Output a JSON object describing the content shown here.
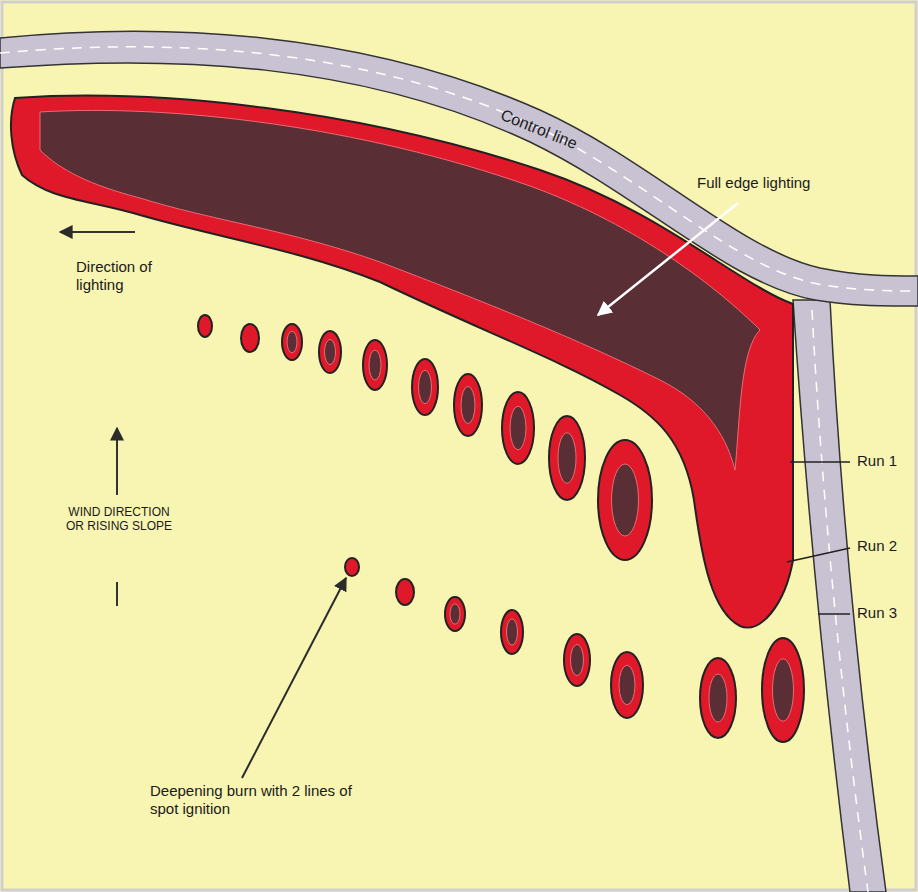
{
  "diagram": {
    "labels": [
      "Control line",
      "Full edge lighting",
      "Direction of lighting",
      "WIND DIRECTION OR RISING SLOPE",
      "Run 1",
      "Run 2",
      "Run 3",
      "Deepening burn with 2 lines of spot ignition"
    ]
  }
}
